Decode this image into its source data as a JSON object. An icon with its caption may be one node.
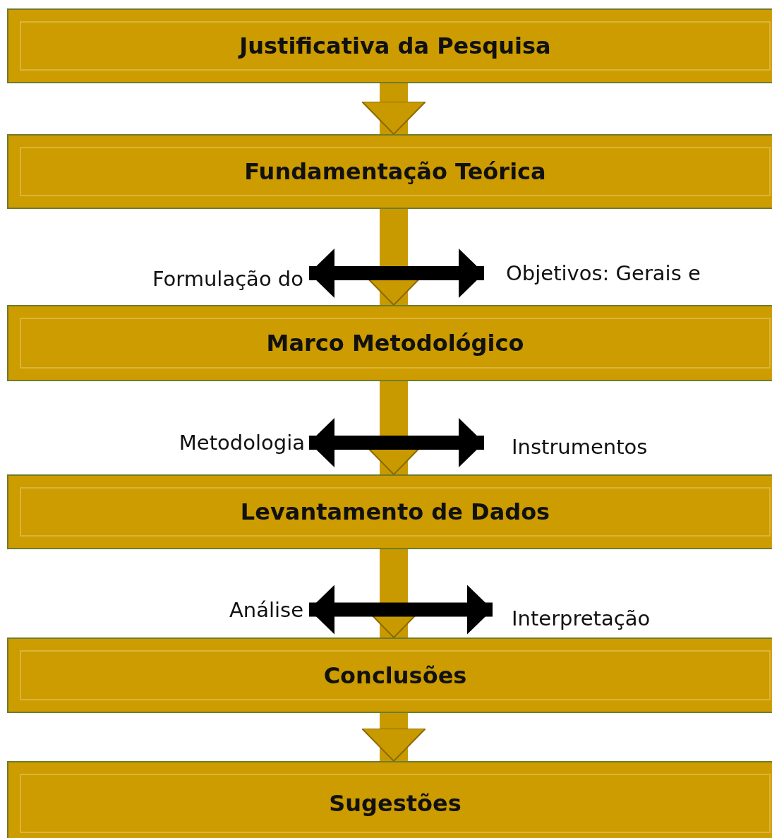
{
  "diagram": {
    "nodes": [
      {
        "text": [
          "Justificativa da Pesquisa"
        ]
      },
      {
        "text": [
          "Fundamentação Teórica"
        ]
      },
      {
        "text": [
          "Formulação do"
        ]
      },
      {
        "text": [
          "Objetivos: Gerais e"
        ]
      },
      {
        "text": [
          "Marco Metodológico"
        ]
      },
      {
        "text": [
          "Metodologia"
        ]
      },
      {
        "text": [
          "Instrumentos"
        ]
      },
      {
        "text": [
          "Levantamento de Dados"
        ]
      },
      {
        "text": [
          "Análise"
        ]
      },
      {
        "text": [
          "Interpretação"
        ]
      },
      {
        "text": [
          "Conclusões"
        ]
      },
      {
        "text": [
          "Sugestões"
        ]
      }
    ],
    "edges": [
      {
        "from": 0,
        "to": 1,
        "arrow": "to"
      },
      {
        "from": 1,
        "to": 4,
        "arrow": "to"
      },
      {
        "from": 2,
        "to": 3,
        "arrow": "both",
        "color": "#000000"
      },
      {
        "from": 4,
        "to": 7,
        "arrow": "to"
      },
      {
        "from": 5,
        "to": 6,
        "arrow": "both",
        "color": "#000000"
      },
      {
        "from": 7,
        "to": 10,
        "arrow": "to"
      },
      {
        "from": 8,
        "to": 9,
        "arrow": "both",
        "color": "#000000"
      },
      {
        "from": 10,
        "to": 11,
        "arrow": "to"
      }
    ]
  }
}
